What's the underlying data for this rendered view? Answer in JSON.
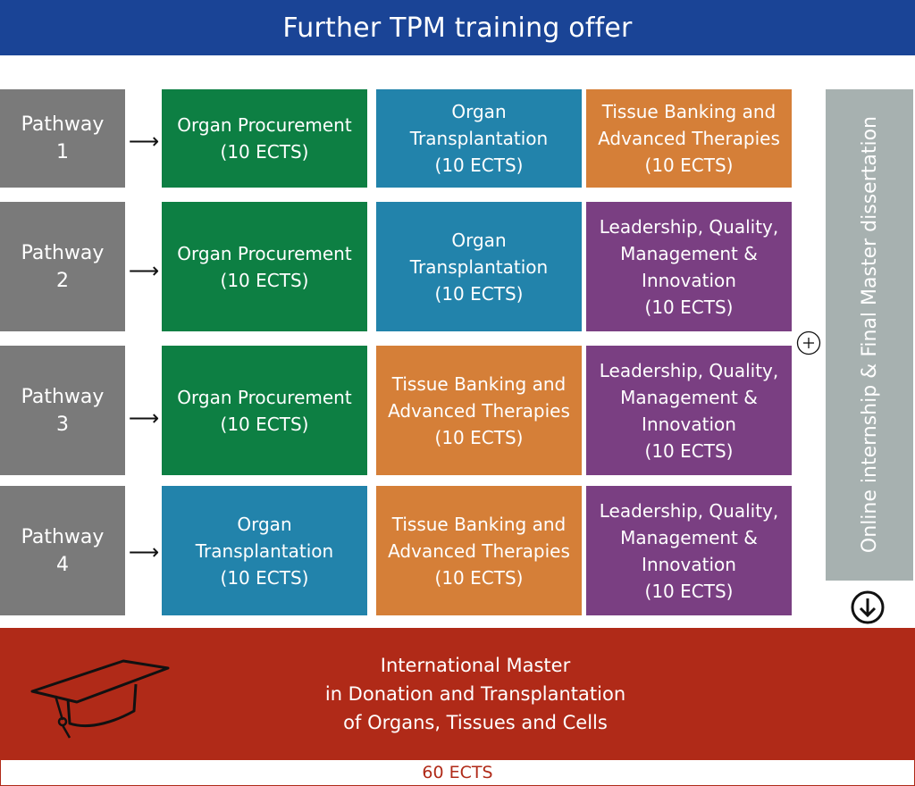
{
  "title": "Further TPM training offer",
  "pathways": [
    {
      "label": [
        "Pathway",
        "1"
      ],
      "modules": [
        {
          "lines": [
            "Organ Procurement",
            "(10 ECTS)"
          ],
          "color": "#0d7f43"
        },
        {
          "lines": [
            "Organ",
            "Transplantation",
            "(10 ECTS)"
          ],
          "color": "#2283ab"
        },
        {
          "lines": [
            "Tissue Banking and",
            "Advanced Therapies",
            "(10 ECTS)"
          ],
          "color": "#d57f38"
        }
      ]
    },
    {
      "label": [
        "Pathway",
        "2"
      ],
      "modules": [
        {
          "lines": [
            "Organ Procurement",
            "(10 ECTS)"
          ],
          "color": "#0d7f43"
        },
        {
          "lines": [
            "Organ",
            "Transplantation",
            "(10 ECTS)"
          ],
          "color": "#2283ab"
        },
        {
          "lines": [
            "Leadership, Quality,",
            "Management &",
            "Innovation",
            "(10 ECTS)"
          ],
          "color": "#7a3f82"
        }
      ]
    },
    {
      "label": [
        "Pathway",
        "3"
      ],
      "modules": [
        {
          "lines": [
            "Organ Procurement",
            "(10 ECTS)"
          ],
          "color": "#0d7f43"
        },
        {
          "lines": [
            "Tissue Banking and",
            "Advanced Therapies",
            "(10 ECTS)"
          ],
          "color": "#d57f38"
        },
        {
          "lines": [
            "Leadership, Quality,",
            "Management &",
            "Innovation",
            "(10 ECTS)"
          ],
          "color": "#7a3f82"
        }
      ]
    },
    {
      "label": [
        "Pathway",
        "4"
      ],
      "modules": [
        {
          "lines": [
            "Organ",
            "Transplantation",
            "(10 ECTS)"
          ],
          "color": "#2283ab"
        },
        {
          "lines": [
            "Tissue Banking and",
            "Advanced Therapies",
            "(10 ECTS)"
          ],
          "color": "#d57f38"
        },
        {
          "lines": [
            "Leadership, Quality,",
            "Management &",
            "Innovation",
            "(10 ECTS)"
          ],
          "color": "#7a3f82"
        }
      ]
    }
  ],
  "arrow_glyph": "⟶",
  "side_panel": "Online internship & Final Master dissertation",
  "plus_icon": "plus-circle-icon",
  "down_icon": "arrow-down-circle-icon",
  "master": {
    "lines": [
      "International Master",
      "in Donation and Transplantation",
      "of Organs, Tissues and Cells"
    ],
    "icon": "graduation-cap-icon"
  },
  "total_ects": "60 ECTS",
  "colors": {
    "header": "#1a4496",
    "pathway": "#7a7a7a",
    "side_panel": "#a7b1b0",
    "master": "#b02a18"
  }
}
